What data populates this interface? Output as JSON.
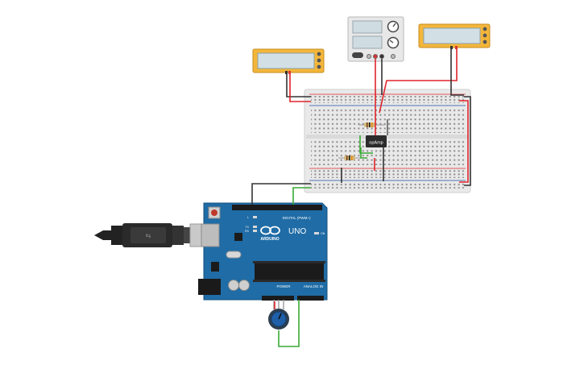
{
  "circuit": {
    "opamp_label": "opAmp",
    "arduino": {
      "brand": "ARDUINO",
      "model": "UNO",
      "digital_header_label": "DIGITAL (PWM~)",
      "power_header_label": "POWER",
      "analog_header_label": "ANALOG IN",
      "tx_label": "TX",
      "rx_label": "RX",
      "on_label": "ON",
      "l_label": "L"
    }
  },
  "colors": {
    "board_blue": "#1f6ca6",
    "breadboard": "#e9e9e9",
    "wire_red": "#e0242b",
    "wire_black": "#333333",
    "wire_green": "#3aaa35",
    "meter_body": "#f4b63a",
    "meter_screen": "#d2e0e6"
  }
}
